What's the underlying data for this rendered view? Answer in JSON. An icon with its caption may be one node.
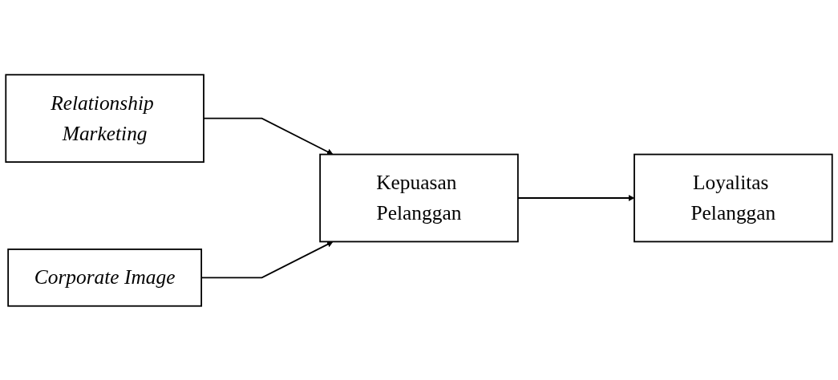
{
  "diagram": {
    "nodes": [
      {
        "text": [
          "Relationship Marketing"
        ]
      },
      {
        "text": [
          "Corporate Image"
        ]
      },
      {
        "text": [
          "Kepuasan Pelanggan"
        ]
      },
      {
        "text": [
          "Loyalitas Pelanggan"
        ]
      }
    ],
    "edges": [
      {
        "from": 0,
        "to": 2,
        "arrow": "to"
      },
      {
        "from": 1,
        "to": 2,
        "arrow": "to"
      },
      {
        "from": 2,
        "to": 3,
        "arrow": "to"
      }
    ]
  }
}
